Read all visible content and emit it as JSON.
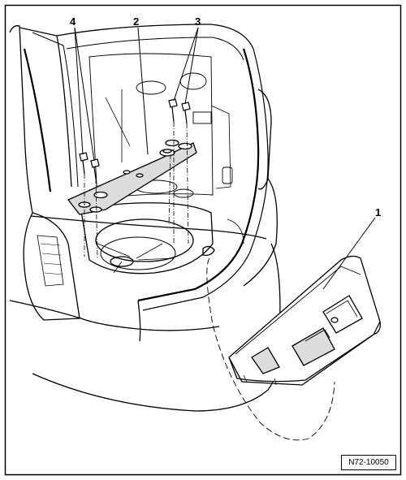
{
  "callouts": [
    {
      "id": "1",
      "label": "1"
    },
    {
      "id": "2",
      "label": "2"
    },
    {
      "id": "3",
      "label": "3"
    },
    {
      "id": "4",
      "label": "4"
    }
  ],
  "reference_code": "N72-10050",
  "colors": {
    "line": "#000000",
    "background": "#ffffff",
    "shade": "#dcdcdc"
  }
}
